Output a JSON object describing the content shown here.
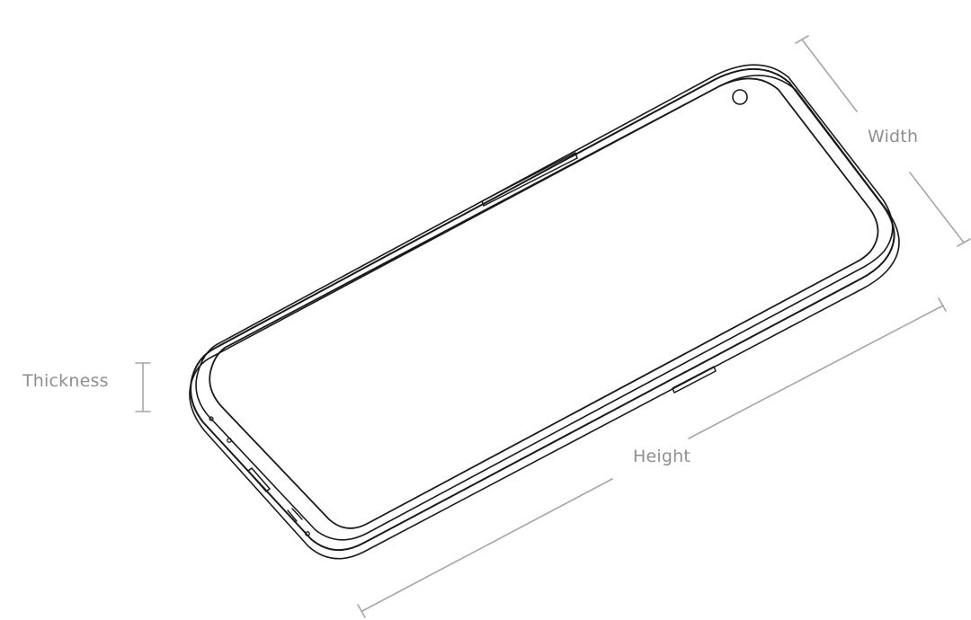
{
  "diagram": {
    "labels": {
      "thickness": "Thickness",
      "width": "Width",
      "height": "Height"
    },
    "colors": {
      "outline": "#1a1a1a",
      "dimension_line": "#a6a6a6",
      "label_text": "#8f8f8f",
      "background": "#ffffff"
    }
  }
}
